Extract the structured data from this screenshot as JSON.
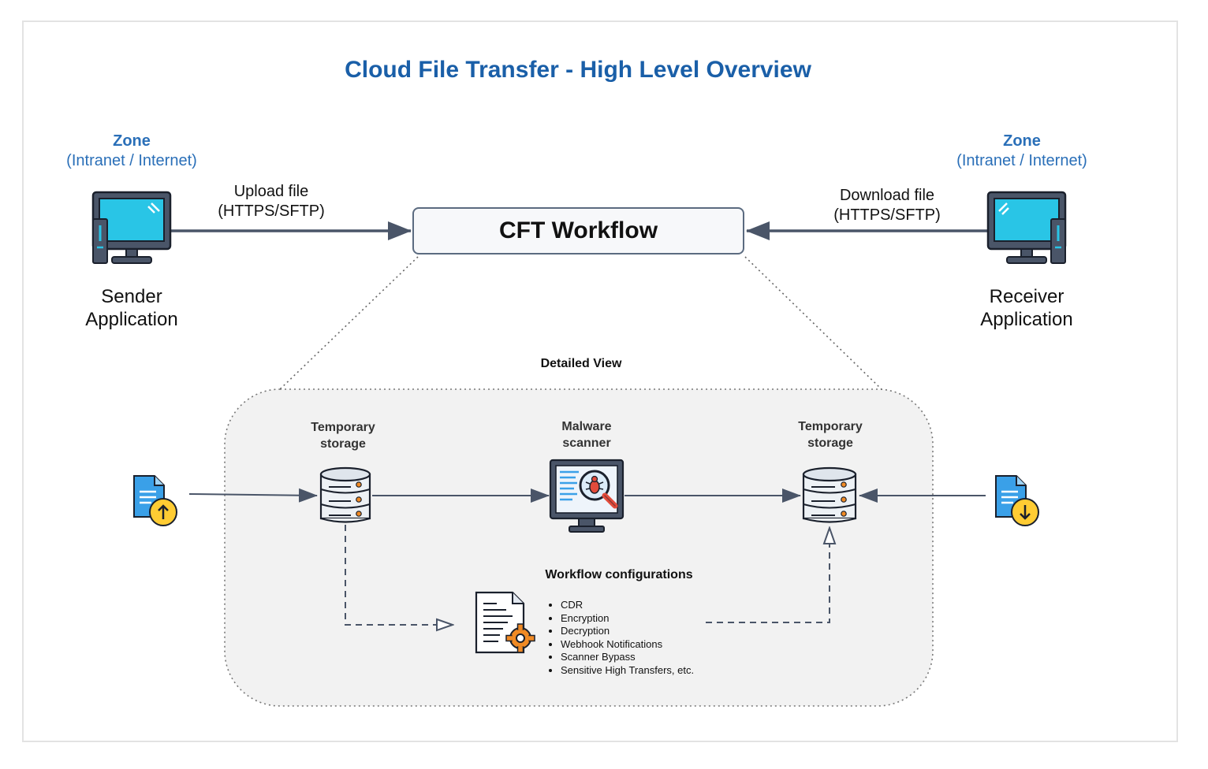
{
  "title": "Cloud File Transfer - High Level Overview",
  "sender": {
    "zone_title": "Zone",
    "zone_subtitle": "(Intranet / Internet)",
    "label_line1": "Sender",
    "label_line2": "Application",
    "protocol_line1": "Upload file",
    "protocol_line2": "(HTTPS/SFTP)"
  },
  "receiver": {
    "zone_title": "Zone",
    "zone_subtitle": "(Intranet / Internet)",
    "label_line1": "Receiver",
    "label_line2": "Application",
    "protocol_line1": "Download file",
    "protocol_line2": "(HTTPS/SFTP)"
  },
  "workflow_box": "CFT Workflow",
  "detailed_view": {
    "label": "Detailed View",
    "storage_left": {
      "line1": "Temporary",
      "line2": "storage"
    },
    "scanner": {
      "line1": "Malware",
      "line2": "scanner"
    },
    "storage_right": {
      "line1": "Temporary",
      "line2": "storage"
    },
    "config_title": "Workflow configurations",
    "config_items": [
      "CDR",
      "Encryption",
      "Decryption",
      "Webhook Notifications",
      "Scanner Bypass",
      "Sensitive High Transfers, etc."
    ]
  },
  "colors": {
    "title": "#1a5fa8",
    "zone": "#2a6fb8",
    "arrow": "#4a5568",
    "screen": "#29c5e6",
    "doc_blue": "#3aa0e8",
    "badge_yellow": "#ffcc33",
    "gear_orange": "#f08a24",
    "bug_red": "#e24b3b"
  }
}
